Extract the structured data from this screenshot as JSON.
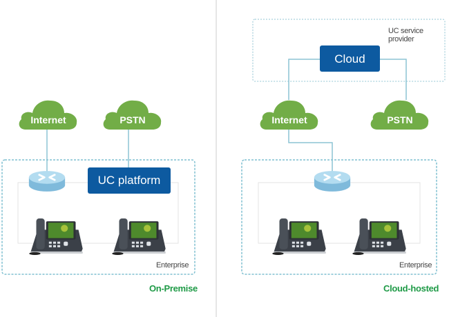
{
  "colors": {
    "cloud_green": "#72ad47",
    "box_blue": "#0d5aa0",
    "line_blue": "#8cc4d4",
    "dashed_border": "#7fbfd0",
    "caption_green": "#1e9a46",
    "router_blue": "#a8d6ee"
  },
  "left_panel": {
    "clouds": [
      {
        "label": "Internet"
      },
      {
        "label": "PSTN"
      }
    ],
    "platform_label": "UC platform",
    "zone_label": "Enterprise",
    "caption": "On-Premise",
    "devices": [
      "router",
      "ip-phone",
      "ip-phone"
    ]
  },
  "right_panel": {
    "provider_label": "UC service provider",
    "cloud_box_label": "Cloud",
    "clouds": [
      {
        "label": "Internet"
      },
      {
        "label": "PSTN"
      }
    ],
    "zone_label": "Enterprise",
    "caption": "Cloud-hosted",
    "devices": [
      "router",
      "ip-phone",
      "ip-phone"
    ]
  }
}
